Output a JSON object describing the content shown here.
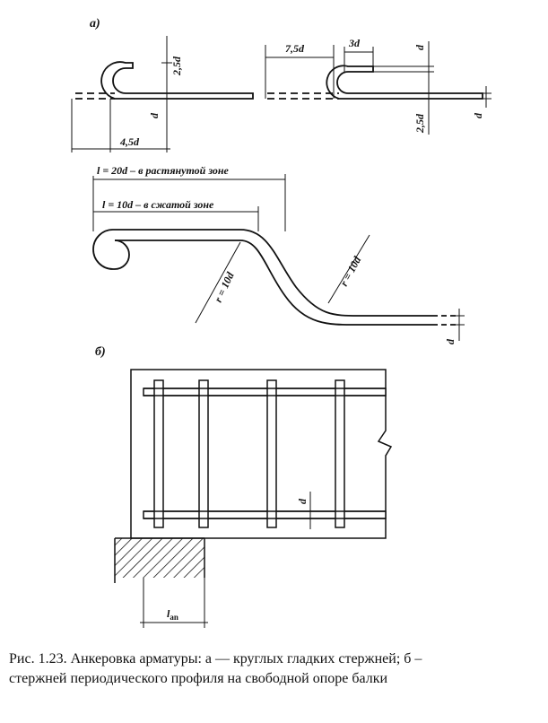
{
  "figure": {
    "section_a": "а)",
    "section_b": "б)",
    "hook_round": {
      "dim_top": "2,5d",
      "dim_side": "d",
      "dim_bottom": "4,5d"
    },
    "hook_loop": {
      "dim_left": "7,5d",
      "dim_top": "3d",
      "dim_right_top": "d",
      "dim_bottom": "2,5d",
      "dim_end": "d"
    },
    "bent": {
      "length_tension": "l = 20d – в растянутой зоне",
      "length_compression": "l = 10d – в сжатой зоне",
      "radius_left": "r = 10d",
      "radius_right": "r = 10d",
      "dim_end": "d"
    },
    "support": {
      "dim_d": "d",
      "dim_lan": "l",
      "dim_lan_sub": "an"
    }
  },
  "caption": {
    "line1": "Рис. 1.23. Анкеровка арматуры: а — круглых гладких стержней; б –",
    "line2": "стержней периодического профиля на свободной опоре балки"
  }
}
